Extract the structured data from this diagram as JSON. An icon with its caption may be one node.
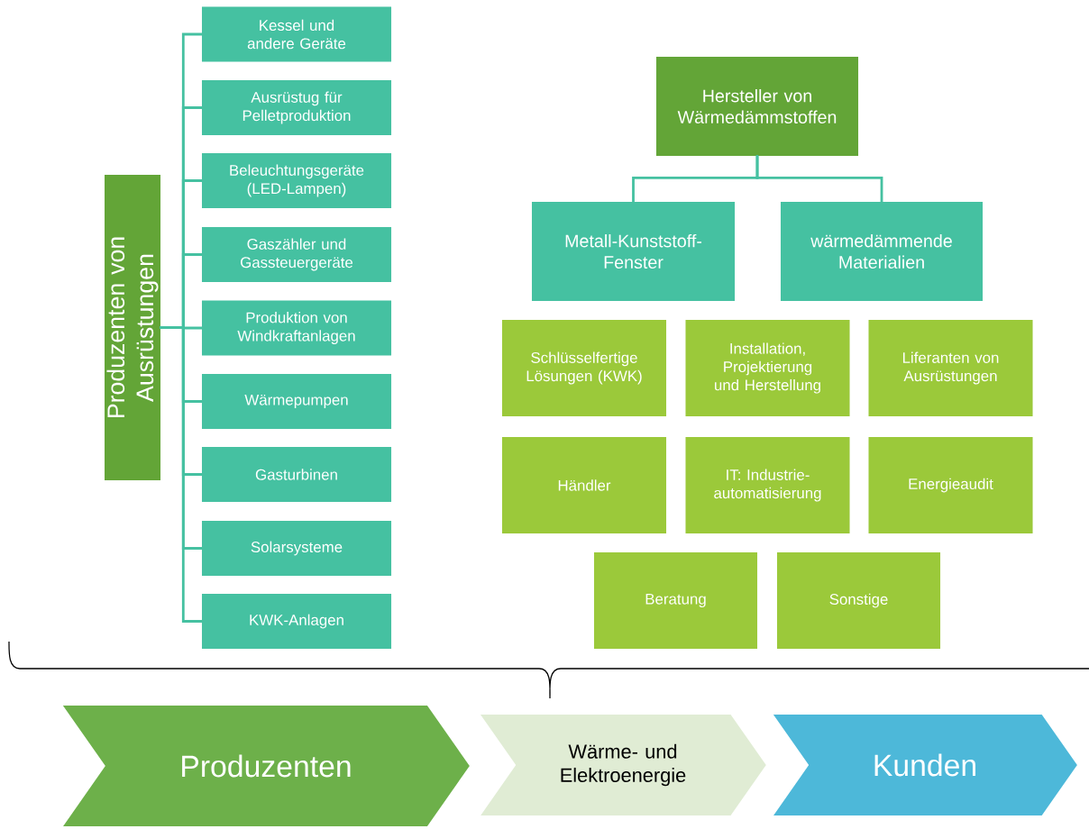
{
  "diagram": {
    "nodes": [
      {
        "text": [
          "Produzenten von Ausrüstungen"
        ]
      },
      {
        "text": [
          "Kessel und andere Geräte"
        ]
      },
      {
        "text": [
          "Ausrüstug für Pelletproduktion"
        ]
      },
      {
        "text": [
          "Beleuchtungsgeräte (LED-Lampen)"
        ]
      },
      {
        "text": [
          "Gaszähler und Gassteuergeräte"
        ]
      },
      {
        "text": [
          "Produktion von Windkraftanlagen"
        ]
      },
      {
        "text": [
          "Wärmepumpen"
        ]
      },
      {
        "text": [
          "Gasturbinen"
        ]
      },
      {
        "text": [
          "Solarsysteme"
        ]
      },
      {
        "text": [
          "KWK-Anlagen"
        ]
      },
      {
        "text": [
          "Hersteller von Wärmedämmstoffen"
        ]
      },
      {
        "text": [
          "Metall-Kunststoff-Fenster"
        ]
      },
      {
        "text": [
          "wärmedämmende Materialien"
        ]
      },
      {
        "text": [
          "Schlüsselfertige Lösungen (KWK)"
        ]
      },
      {
        "text": [
          "Installation, Projektierung und Herstellung"
        ]
      },
      {
        "text": [
          "Liferanten von Ausrüstungen"
        ]
      },
      {
        "text": [
          "Händler"
        ]
      },
      {
        "text": [
          "IT: Industrie-automatisierung"
        ]
      },
      {
        "text": [
          "Energieaudit"
        ]
      },
      {
        "text": [
          "Beratung"
        ]
      },
      {
        "text": [
          "Sonstige"
        ]
      },
      {
        "text": [
          "Produzenten"
        ]
      },
      {
        "text": [
          "Wärme- und Elektroenergie"
        ]
      },
      {
        "text": [
          "Kunden"
        ]
      }
    ],
    "edges": [
      {
        "from": 0,
        "to": 1,
        "arrow": "none"
      },
      {
        "from": 0,
        "to": 2,
        "arrow": "none"
      },
      {
        "from": 0,
        "to": 3,
        "arrow": "none"
      },
      {
        "from": 0,
        "to": 4,
        "arrow": "none"
      },
      {
        "from": 0,
        "to": 5,
        "arrow": "none"
      },
      {
        "from": 0,
        "to": 6,
        "arrow": "none"
      },
      {
        "from": 0,
        "to": 7,
        "arrow": "none"
      },
      {
        "from": 0,
        "to": 8,
        "arrow": "none"
      },
      {
        "from": 0,
        "to": 9,
        "arrow": "none"
      },
      {
        "from": 10,
        "to": 11,
        "arrow": "none"
      },
      {
        "from": 10,
        "to": 12,
        "arrow": "none"
      }
    ]
  }
}
